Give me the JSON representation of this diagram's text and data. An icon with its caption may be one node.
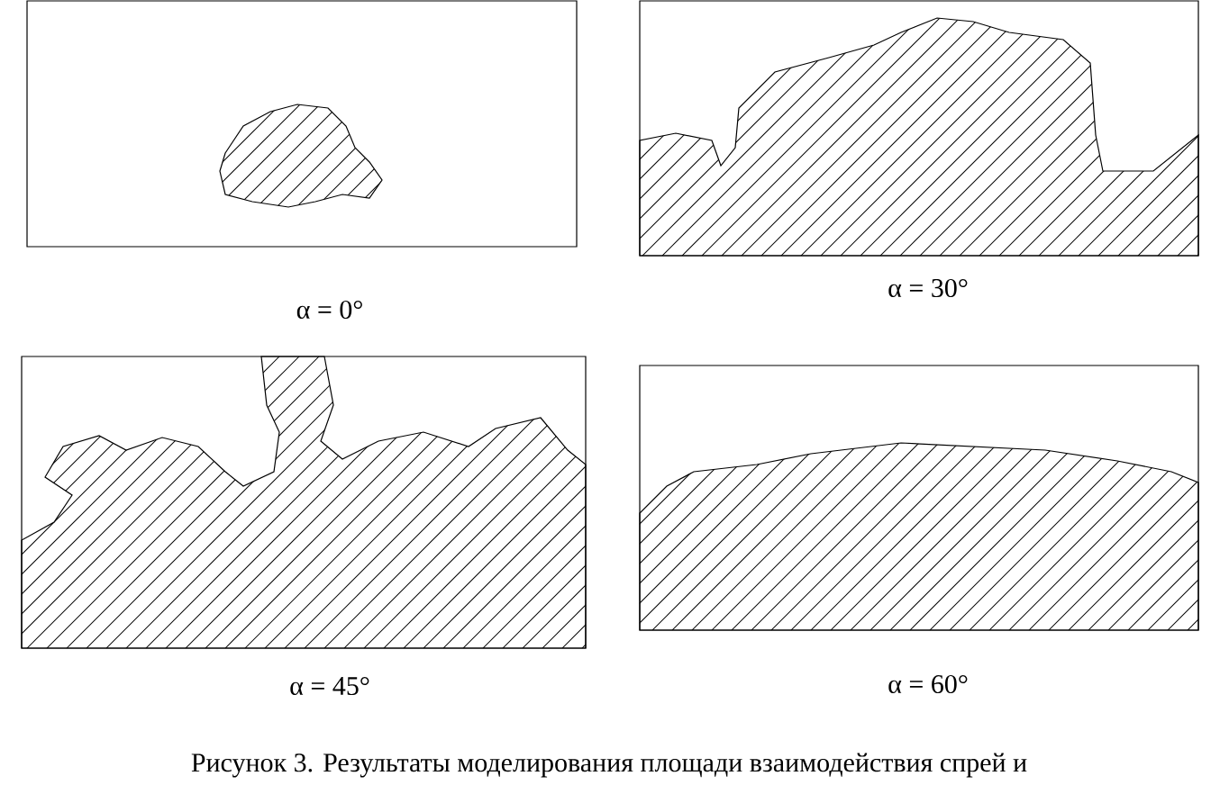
{
  "diagram": {
    "caption": "Рисунок 3. Результаты моделирования площади взаимодействия спрей и",
    "labels": [
      "α = 0°",
      "α = 30°",
      "α = 45°",
      "α = 60°"
    ]
  }
}
